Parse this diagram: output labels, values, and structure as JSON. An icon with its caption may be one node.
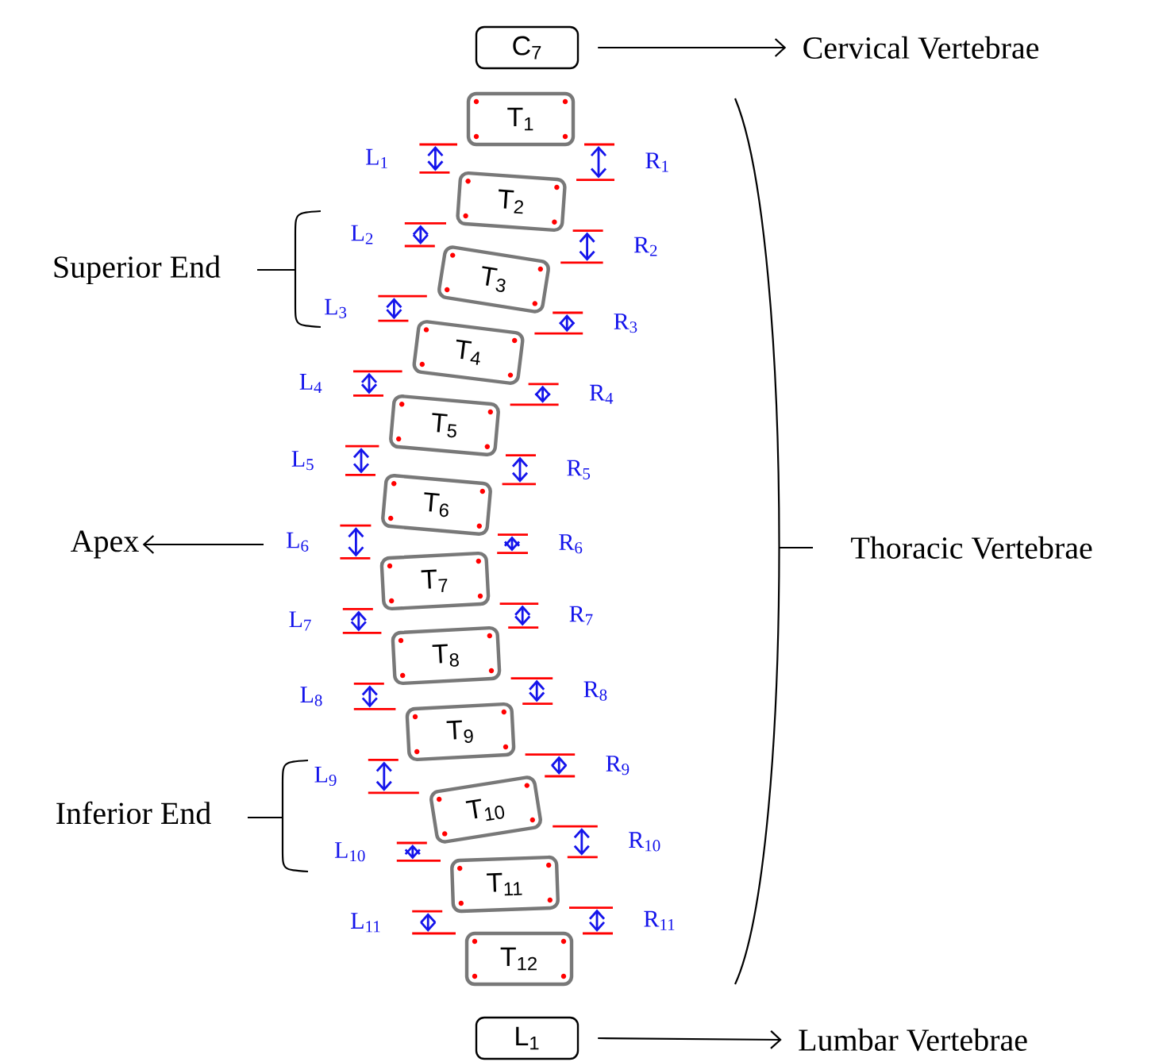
{
  "diagram": {
    "nodes": [
      {
        "text": [
          "C$_{7}$"
        ]
      },
      {
        "text": [
          "Cervical Vertebrae"
        ]
      },
      {
        "text": [
          "T$_{1}$"
        ]
      },
      {
        "text": [
          "T$_{2}$"
        ]
      },
      {
        "text": [
          "T$_{3}$"
        ]
      },
      {
        "text": [
          "T$_{4}$"
        ]
      },
      {
        "text": [
          "T$_{5}$"
        ]
      },
      {
        "text": [
          "T$_{6}$"
        ]
      },
      {
        "text": [
          "T$_{7}$"
        ]
      },
      {
        "text": [
          "T$_{8}$"
        ]
      },
      {
        "text": [
          "T$_{9}$"
        ]
      },
      {
        "text": [
          "T$_{10}$"
        ]
      },
      {
        "text": [
          "T$_{11}$"
        ]
      },
      {
        "text": [
          "T$_{12}$"
        ]
      },
      {
        "text": [
          "L$_{1}$"
        ]
      },
      {
        "text": [
          "Lumbar Vertebrae"
        ]
      },
      {
        "text": [
          "Thoracic Vertebrae"
        ]
      },
      {
        "text": [
          "Superior End"
        ]
      },
      {
        "text": [
          "Apex"
        ]
      },
      {
        "text": [
          "Inferior End"
        ]
      }
    ],
    "edges": [
      {
        "from": 0,
        "to": 1,
        "arrow": "to"
      },
      {
        "from": 14,
        "to": 15,
        "arrow": "to"
      },
      {
        "from": null,
        "to": 18,
        "arrow": "to"
      }
    ],
    "labels": [
      "L$_{1}$",
      "R$_{1}$",
      "L$_{2}$",
      "R$_{2}$",
      "L$_{3}$",
      "R$_{3}$",
      "L$_{4}$",
      "R$_{4}$",
      "L$_{5}$",
      "R$_{5}$",
      "L$_{6}$",
      "R$_{6}$",
      "L$_{7}$",
      "R$_{7}$",
      "L$_{8}$",
      "R$_{8}$",
      "L$_{9}$",
      "R$_{9}$",
      "L$_{10}$",
      "R$_{10}$",
      "L$_{11}$",
      "R$_{11}$"
    ]
  }
}
